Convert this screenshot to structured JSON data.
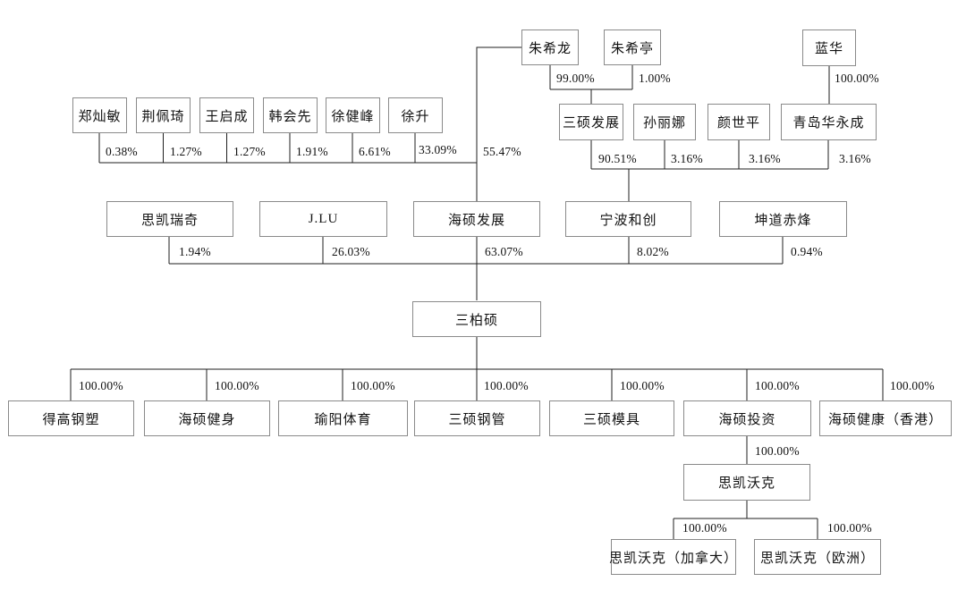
{
  "diagram": {
    "type": "equity-ownership-structure",
    "line_color": "#1f1f1f",
    "box_border_color": "#8a8a8a",
    "background_color": "#ffffff"
  },
  "nodes": {
    "zhu_xilong": {
      "label": "朱希龙"
    },
    "zhu_xiting": {
      "label": "朱希亭"
    },
    "lan_hua": {
      "label": "蓝华"
    },
    "zheng_canmin": {
      "label": "郑灿敏"
    },
    "jing_peiqi": {
      "label": "荆佩琦"
    },
    "wang_qicheng": {
      "label": "王启成"
    },
    "han_huixian": {
      "label": "韩会先"
    },
    "xu_jianfeng": {
      "label": "徐健峰"
    },
    "xu_sheng": {
      "label": "徐升"
    },
    "sanshuo_fazhan": {
      "label": "三硕发展"
    },
    "sun_lina": {
      "label": "孙丽娜"
    },
    "yan_shiping": {
      "label": "颜世平"
    },
    "qingdao_huayongcheng": {
      "label": "青岛华永成"
    },
    "sikai_ruiqi": {
      "label": "思凯瑞奇"
    },
    "j_lu": {
      "label": "J.LU"
    },
    "haishuo_fazhan": {
      "label": "海硕发展"
    },
    "ningbo_hechuang": {
      "label": "宁波和创"
    },
    "kundao_chifeng": {
      "label": "坤道赤烽"
    },
    "sanbaishuo": {
      "label": "三柏硕"
    },
    "degao_gangsu": {
      "label": "得高钢塑"
    },
    "haishuo_jianshen": {
      "label": "海硕健身"
    },
    "yuyang_tiyu": {
      "label": "瑜阳体育"
    },
    "sanshuo_gangguan": {
      "label": "三硕钢管"
    },
    "sanshuo_moju": {
      "label": "三硕模具"
    },
    "haishuo_touzi": {
      "label": "海硕投资"
    },
    "haishuo_jiankang_hk": {
      "label": "海硕健康（香港）"
    },
    "sikai_woke": {
      "label": "思凯沃克"
    },
    "sikai_woke_canada": {
      "label": "思凯沃克（加拿大）"
    },
    "sikai_woke_europe": {
      "label": "思凯沃克（欧洲）"
    }
  },
  "edges": {
    "zhu_xilong_to_sanshuo_fazhan": "99.00%",
    "zhu_xiting_to_sanshuo_fazhan": "1.00%",
    "lan_hua_to_qingdao_huayongcheng": "100.00%",
    "zheng_canmin_to_haishuo_fazhan": "0.38%",
    "jing_peiqi_to_haishuo_fazhan": "1.27%",
    "wang_qicheng_to_haishuo_fazhan": "1.27%",
    "han_huixian_to_haishuo_fazhan": "1.91%",
    "xu_jianfeng_to_haishuo_fazhan": "6.61%",
    "xu_sheng_to_haishuo_fazhan": "33.09%",
    "zhu_xilong_to_haishuo_fazhan": "55.47%",
    "sanshuo_fazhan_to_ningbo_hechuang": "90.51%",
    "sun_lina_to_ningbo_hechuang": "3.16%",
    "yan_shiping_to_ningbo_hechuang": "3.16%",
    "qingdao_huayongcheng_to_ningbo_hechuang": "3.16%",
    "sikai_ruiqi_to_sanbaishuo": "1.94%",
    "j_lu_to_sanbaishuo": "26.03%",
    "haishuo_fazhan_to_sanbaishuo": "63.07%",
    "ningbo_hechuang_to_sanbaishuo": "8.02%",
    "kundao_chifeng_to_sanbaishuo": "0.94%",
    "sanbaishuo_to_degao_gangsu": "100.00%",
    "sanbaishuo_to_haishuo_jianshen": "100.00%",
    "sanbaishuo_to_yuyang_tiyu": "100.00%",
    "sanbaishuo_to_sanshuo_gangguan": "100.00%",
    "sanbaishuo_to_sanshuo_moju": "100.00%",
    "sanbaishuo_to_haishuo_touzi": "100.00%",
    "sanbaishuo_to_haishuo_jiankang_hk": "100.00%",
    "haishuo_touzi_to_sikai_woke": "100.00%",
    "sikai_woke_to_canada": "100.00%",
    "sikai_woke_to_europe": "100.00%"
  }
}
